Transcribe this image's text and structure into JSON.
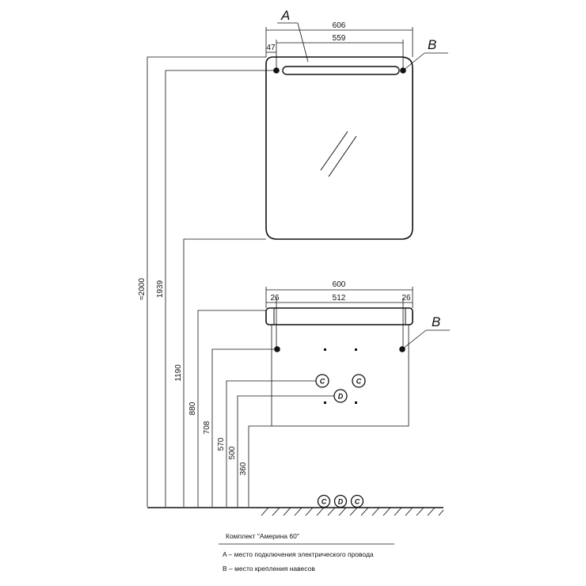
{
  "mirror": {
    "width_overall": "606",
    "width_inner": "559",
    "offset_left": "47"
  },
  "cabinet": {
    "width_overall": "600",
    "width_inner": "512",
    "offset_left": "26",
    "offset_right": "26"
  },
  "heights": [
    {
      "id": "h2000",
      "label": "≈2000"
    },
    {
      "id": "h1939",
      "label": "1939"
    },
    {
      "id": "h1190",
      "label": "1190"
    },
    {
      "id": "h880",
      "label": "880"
    },
    {
      "id": "h708",
      "label": "708"
    },
    {
      "id": "h570",
      "label": "570"
    },
    {
      "id": "h500",
      "label": "500"
    },
    {
      "id": "h360",
      "label": "360"
    }
  ],
  "callouts": {
    "a": "A",
    "b_top": "B",
    "b_bottom": "B"
  },
  "symbols": {
    "cold_hot": "C",
    "drain": "D"
  },
  "legend": {
    "title": "Комплект \"Америна 60\"",
    "item_a": "A – место подключения электрического провода",
    "item_b": "B – место крепления навесов"
  }
}
